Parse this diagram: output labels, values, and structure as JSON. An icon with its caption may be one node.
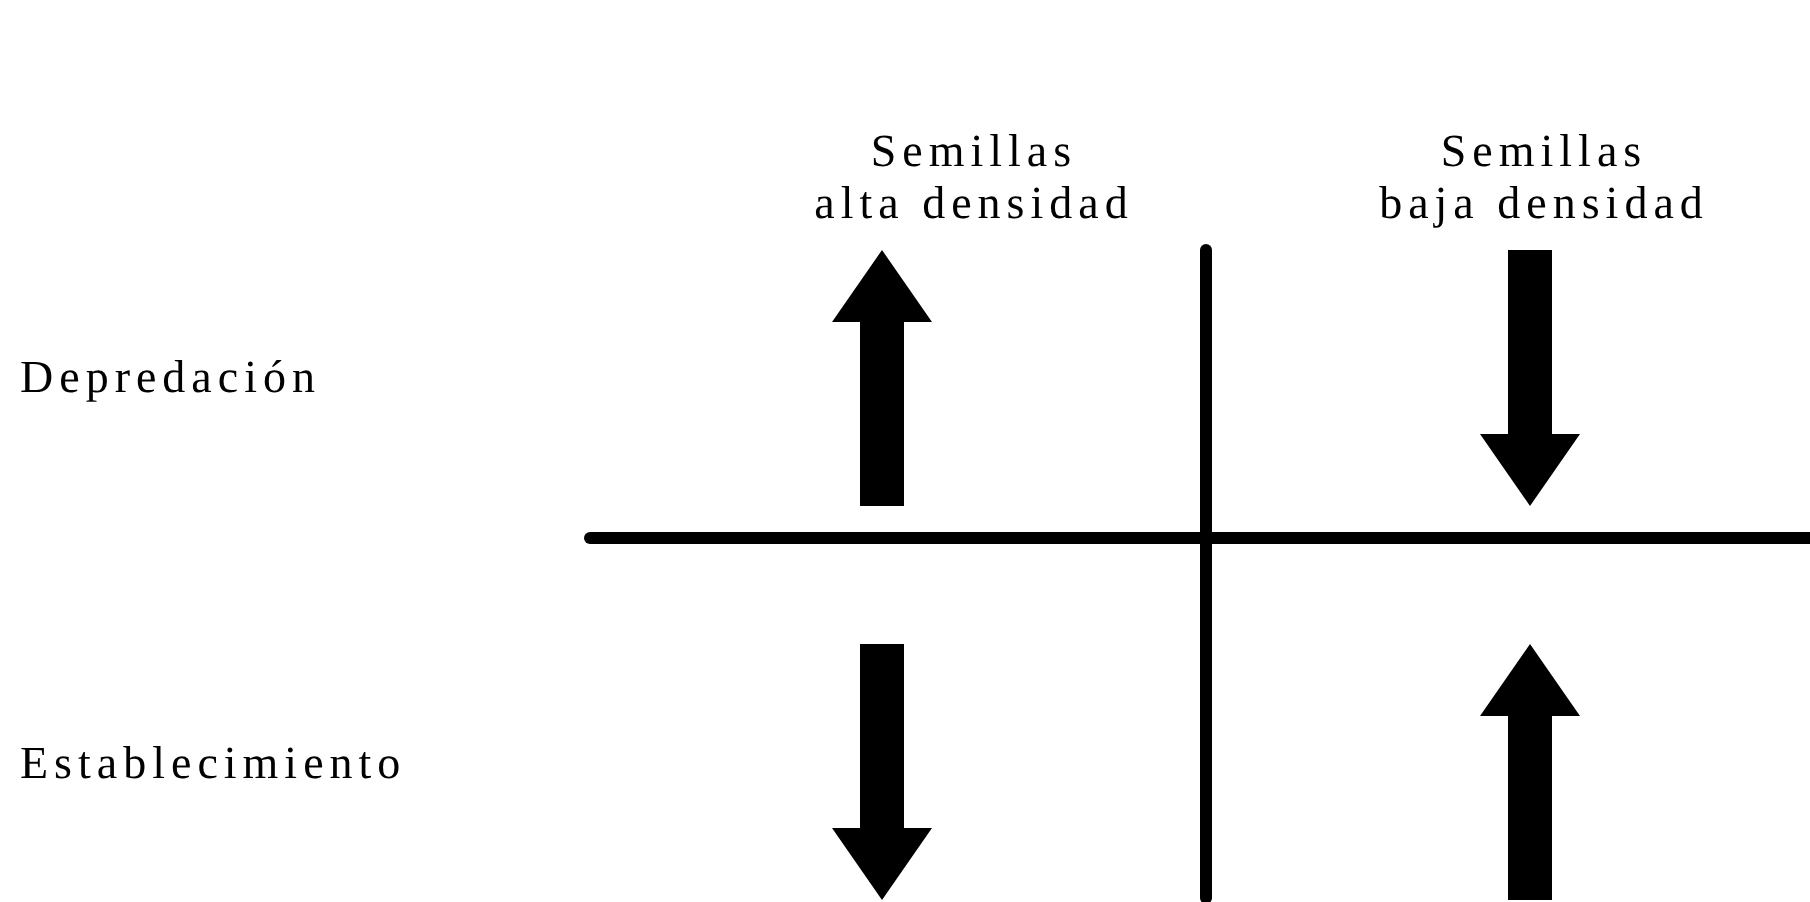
{
  "diagram": {
    "labels": [
      "Semillas alta densidad",
      "Semillas baja densidad",
      "Depredación",
      "Establecimiento"
    ]
  }
}
